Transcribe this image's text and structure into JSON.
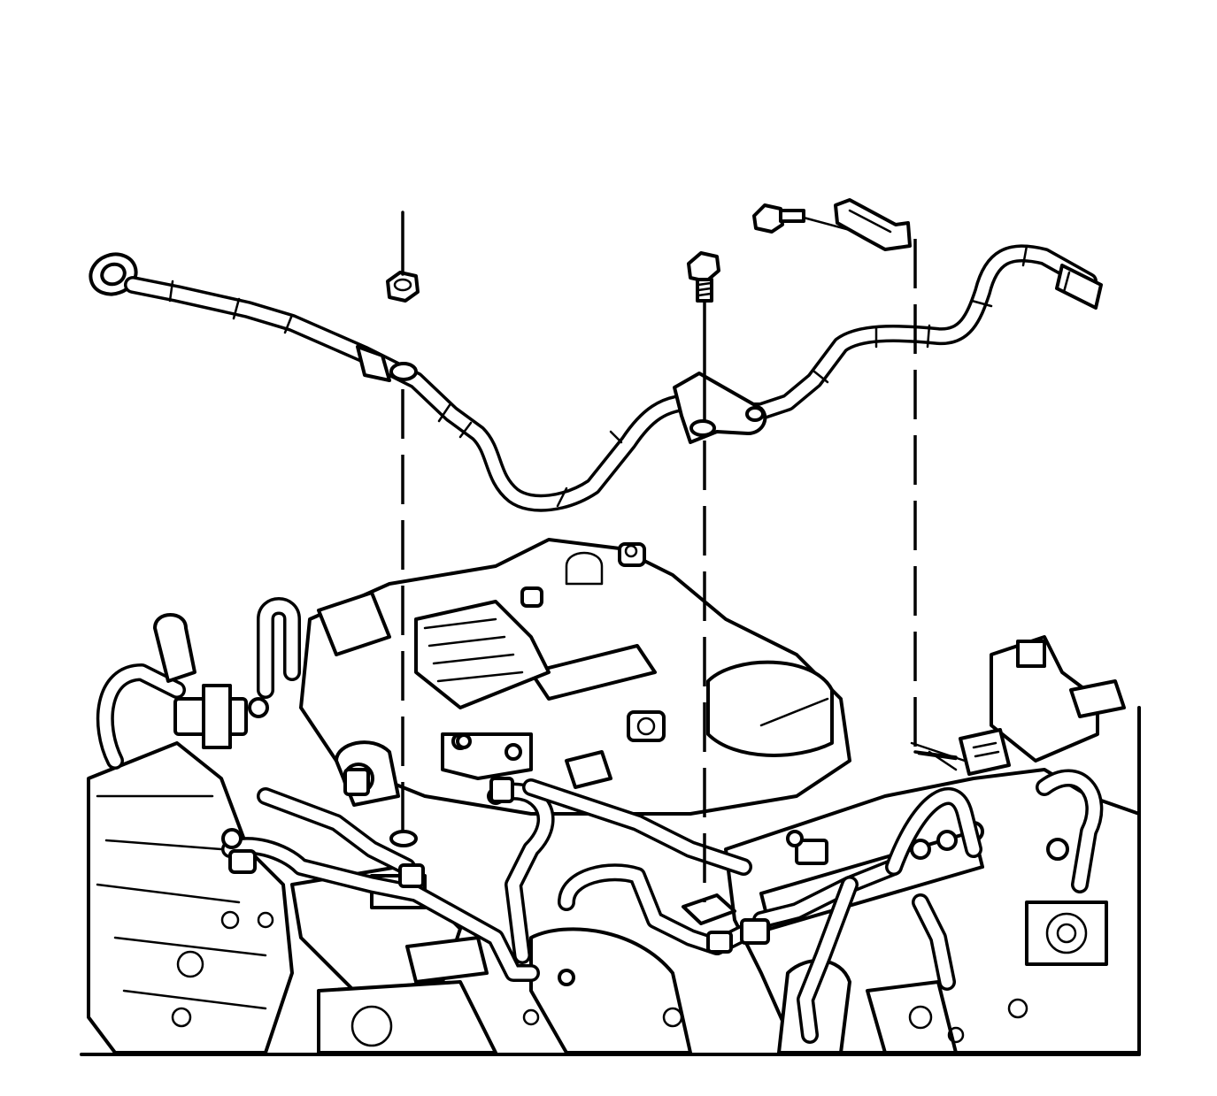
{
  "figure": {
    "colors": {
      "ink": "#000000",
      "paper": "#ffffff"
    },
    "parts": [
      {
        "id": "fuel-feed-pipe",
        "icon": "bent-metal-tube"
      },
      {
        "id": "pipe-nut",
        "icon": "hex-nut"
      },
      {
        "id": "pipe-bolt",
        "icon": "flange-bolt"
      },
      {
        "id": "clip-bolt",
        "icon": "small-bolt"
      },
      {
        "id": "pipe-clip",
        "icon": "retaining-clip"
      },
      {
        "id": "engine-assembly",
        "icon": "engine-top-view"
      }
    ],
    "alignment_lines": 3
  }
}
